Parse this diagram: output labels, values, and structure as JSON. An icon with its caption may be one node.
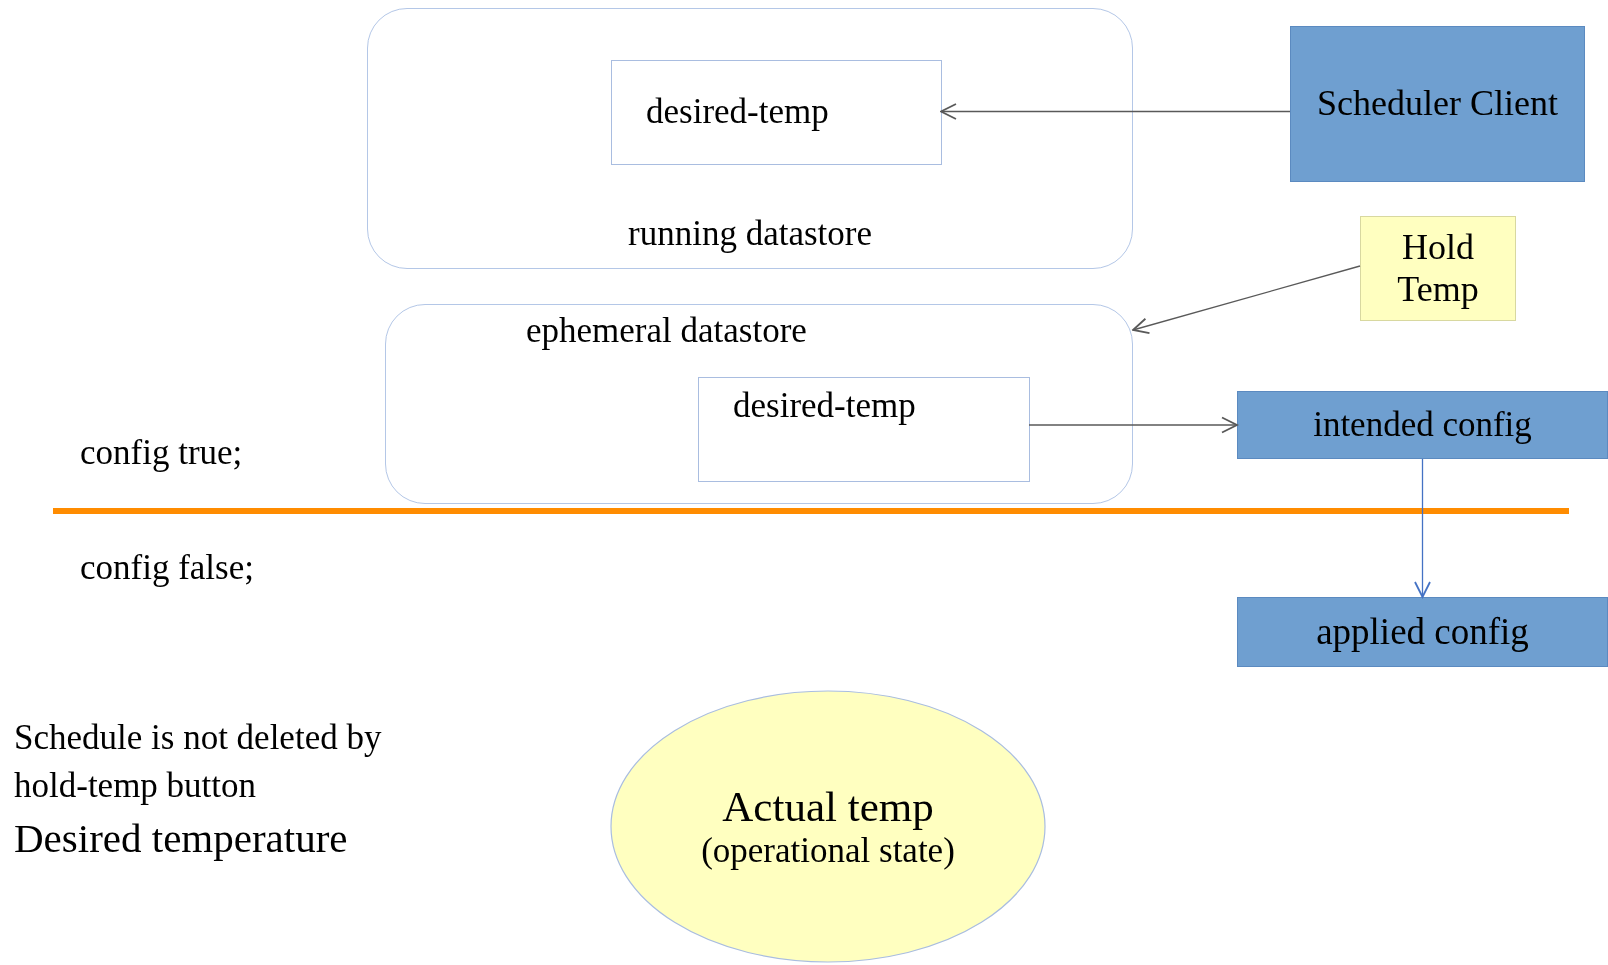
{
  "diagram": {
    "nodes": [
      {
        "text": [
          "running datastore"
        ]
      },
      {
        "text": [
          "desired-temp"
        ],
        "in": 0
      },
      {
        "text": [
          "Scheduler Client"
        ]
      },
      {
        "text": [
          "Hold Temp"
        ]
      },
      {
        "text": [
          "ephemeral datastore"
        ]
      },
      {
        "text": [
          "desired-temp"
        ],
        "in": 4
      },
      {
        "text": [
          "intended config"
        ]
      },
      {
        "text": [
          "applied config"
        ]
      },
      {
        "text": [
          "Actual temp",
          "(operational state)"
        ]
      }
    ],
    "edges": [
      {
        "from": 2,
        "to": 1,
        "arrow": "to"
      },
      {
        "from": 3,
        "to": 4,
        "arrow": "to"
      },
      {
        "from": 5,
        "to": 6,
        "arrow": "to"
      },
      {
        "from": 6,
        "to": 7,
        "arrow": "to",
        "color": "#4472c4"
      }
    ],
    "labels": [
      "config true;",
      "config false;",
      "Schedule is not deleted by hold-temp button",
      "Desired temperature"
    ]
  }
}
